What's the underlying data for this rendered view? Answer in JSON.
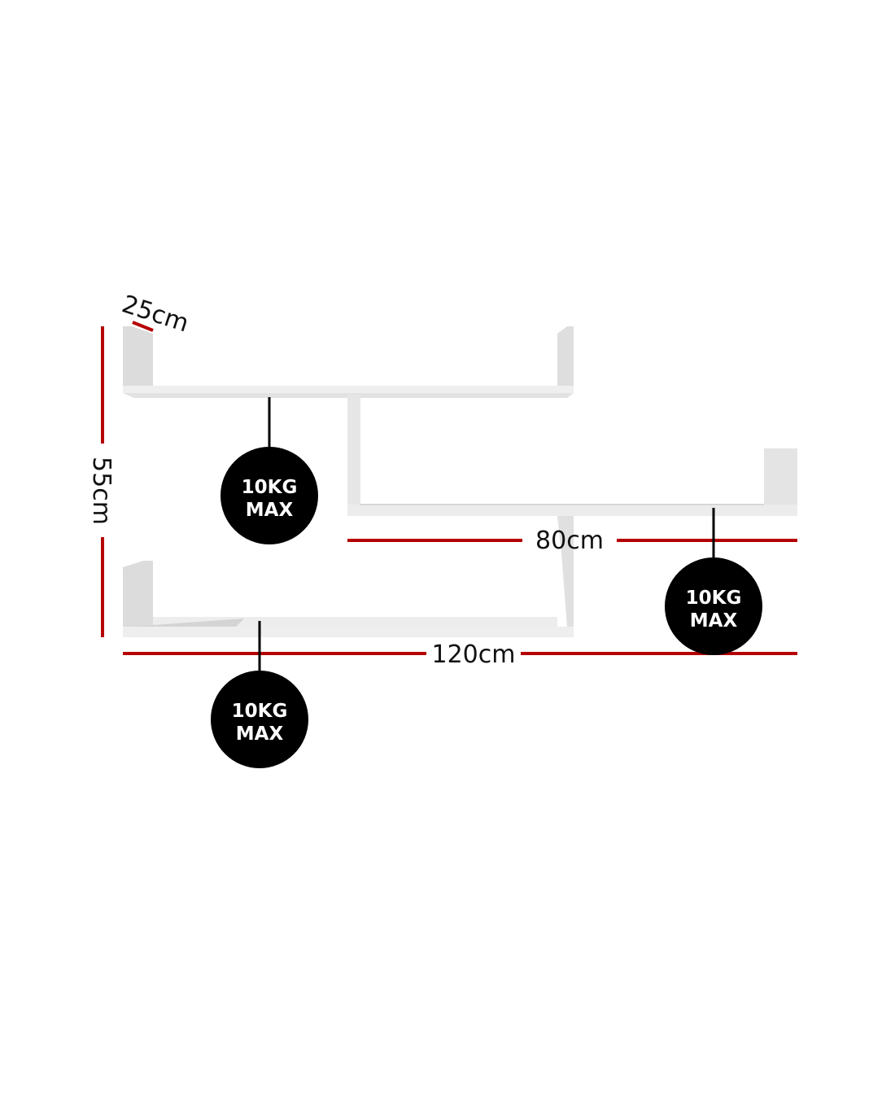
{
  "colors": {
    "dimension_line": "#b50000",
    "badge": "#000000",
    "shelf": "#ececec",
    "shelf_shade": "#d8d8d8"
  },
  "dimensions": {
    "depth": "25cm",
    "height": "55cm",
    "middle_width": "80cm",
    "total_width": "120cm"
  },
  "badges": [
    {
      "line1": "10KG",
      "line2": "MAX"
    },
    {
      "line1": "10KG",
      "line2": "MAX"
    },
    {
      "line1": "10KG",
      "line2": "MAX"
    }
  ]
}
